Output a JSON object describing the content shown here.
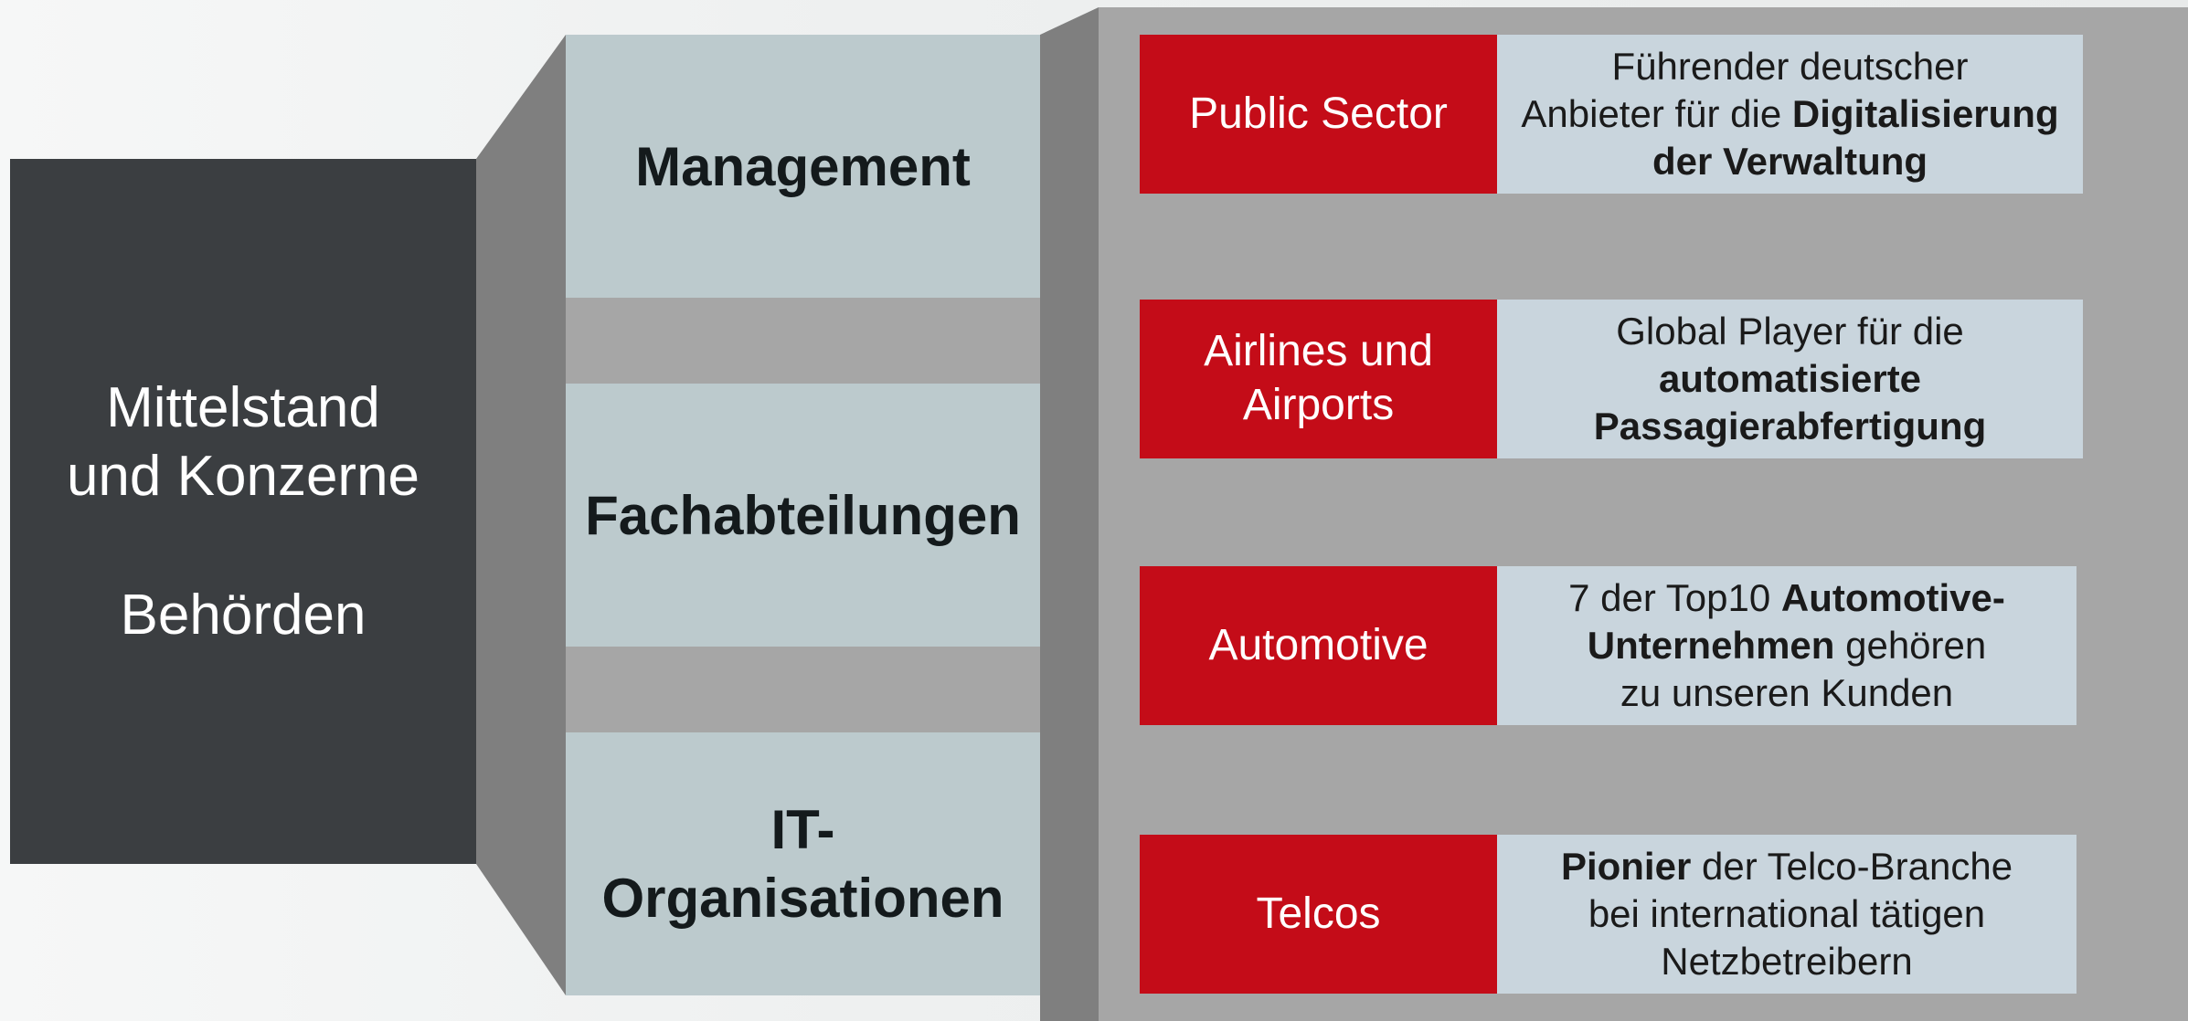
{
  "left_block": {
    "line1": "Mittelstand",
    "line2": "und Konzerne",
    "line3": "Behörden"
  },
  "layers": [
    {
      "label_line1": "Management",
      "label_line2": ""
    },
    {
      "label_line1": "Fachabteilungen",
      "label_line2": ""
    },
    {
      "label_line1": "IT-",
      "label_line2": "Organisationen"
    }
  ],
  "industries": [
    {
      "name_line1": "Public Sector",
      "name_line2": "",
      "desc": [
        {
          "t": "Führender deutscher",
          "b": false,
          "br": true
        },
        {
          "t": "Anbieter für die ",
          "b": false,
          "br": false
        },
        {
          "t": "Digitalisierung",
          "b": true,
          "br": true
        },
        {
          "t": "der Verwaltung",
          "b": true,
          "br": false
        }
      ]
    },
    {
      "name_line1": "Airlines und",
      "name_line2": "Airports",
      "desc": [
        {
          "t": "Global Player für die",
          "b": false,
          "br": true
        },
        {
          "t": "automatisierte",
          "b": true,
          "br": true
        },
        {
          "t": "Passagierabfertigung",
          "b": true,
          "br": false
        }
      ]
    },
    {
      "name_line1": "Automotive",
      "name_line2": "",
      "desc": [
        {
          "t": "7 der Top10 ",
          "b": false,
          "br": false
        },
        {
          "t": "Automotive-",
          "b": true,
          "br": true
        },
        {
          "t": "Unternehmen",
          "b": true,
          "br": false
        },
        {
          "t": " gehören",
          "b": false,
          "br": true
        },
        {
          "t": "zu unseren Kunden",
          "b": false,
          "br": false
        }
      ]
    },
    {
      "name_line1": "Telcos",
      "name_line2": "",
      "desc": [
        {
          "t": "Pionier",
          "b": true,
          "br": false
        },
        {
          "t": " der Telco-Branche",
          "b": false,
          "br": true
        },
        {
          "t": "bei international tätigen",
          "b": false,
          "br": true
        },
        {
          "t": "Netzbetreibern",
          "b": false,
          "br": false
        }
      ]
    }
  ],
  "colors": {
    "dark_block": "#3b3e41",
    "accent_red": "#c40c18",
    "light_cell": "#bccacd",
    "desc_bg": "#c9d5dd",
    "panel_gray": "#a6a6a6",
    "connector_gray": "#7f7f7f"
  }
}
